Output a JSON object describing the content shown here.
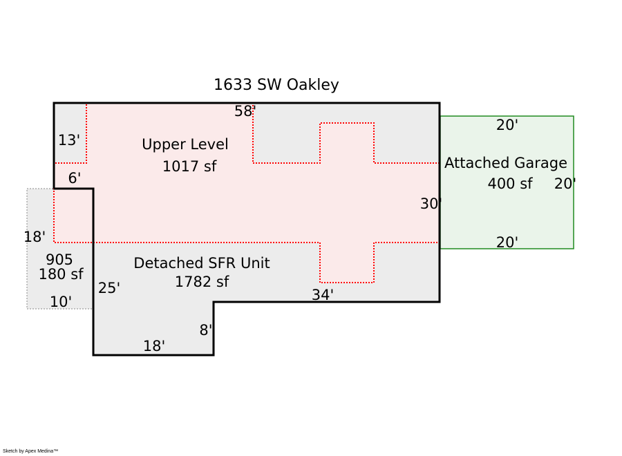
{
  "title": "1633 SW Oakley",
  "colors": {
    "main_fill": "#ececec",
    "main_stroke": "#000000",
    "upper_fill": "#fdeaea",
    "upper_stroke": "#ff0000",
    "garage_fill": "#eaf4ea",
    "garage_stroke": "#1f8a1f",
    "annex_stroke": "#888888"
  },
  "areas": {
    "main": {
      "name": "Detached SFR Unit",
      "area": "1782 sf"
    },
    "upper": {
      "name": "Upper Level",
      "area": "1017 sf"
    },
    "garage": {
      "name": "Attached Garage",
      "area": "400 sf"
    },
    "annex": {
      "name": "905",
      "area": "180 sf"
    }
  },
  "dimensions": {
    "top": "58'",
    "left_upper": "13'",
    "step": "6'",
    "annex_height": "18'",
    "annex_width": "10'",
    "left_lower": "25'",
    "bottom_left": "18'",
    "notch": "8'",
    "bottom_right": "34'",
    "right": "30'",
    "garage_top": "20'",
    "garage_right": "20'",
    "garage_bottom": "20'"
  },
  "footer": {
    "credit": "Sketch by Apex Medina™"
  }
}
